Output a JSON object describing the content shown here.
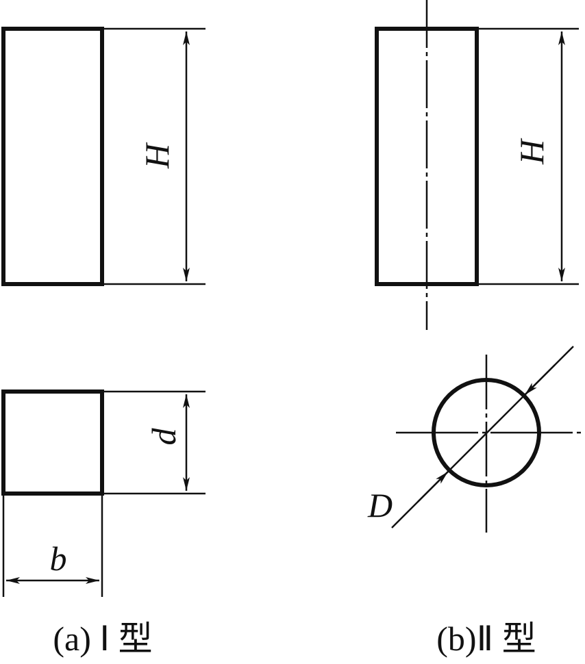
{
  "labels": {
    "height_a": "H",
    "height_b": "H",
    "depth": "d",
    "width": "b",
    "diameter": "D"
  },
  "captions": {
    "type_a": "(a) Ⅰ 型",
    "type_b": "(b)Ⅱ 型"
  }
}
